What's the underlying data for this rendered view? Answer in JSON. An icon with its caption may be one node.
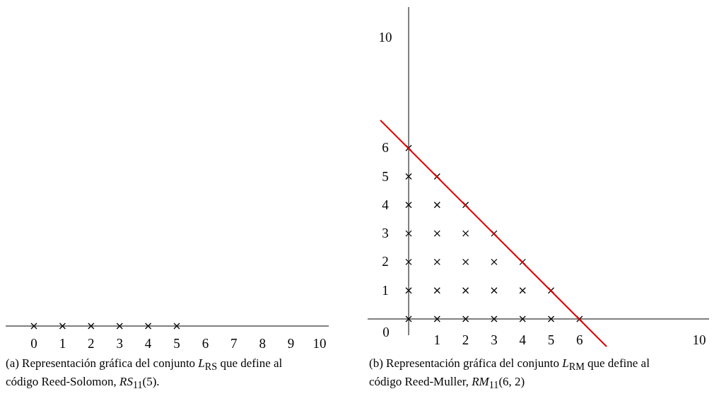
{
  "diagram": {
    "labels": [
      "0",
      "1",
      "2",
      "3",
      "4",
      "5",
      "6",
      "7",
      "8",
      "9",
      "10",
      "(a) Representación gráfica del conjunto *L*$_{RS}$ que define al código Reed-Solomon, *RS*$_{11}$(5).",
      "10",
      "6",
      "5",
      "4",
      "3",
      "2",
      "1",
      "0",
      "1",
      "2",
      "3",
      "4",
      "5",
      "6",
      "10",
      "(b) Representación gráfica del conjunto *L*$_{RM}$ que define al código Reed-Muller, *RM*$_{11}$(6, 2)"
    ]
  }
}
